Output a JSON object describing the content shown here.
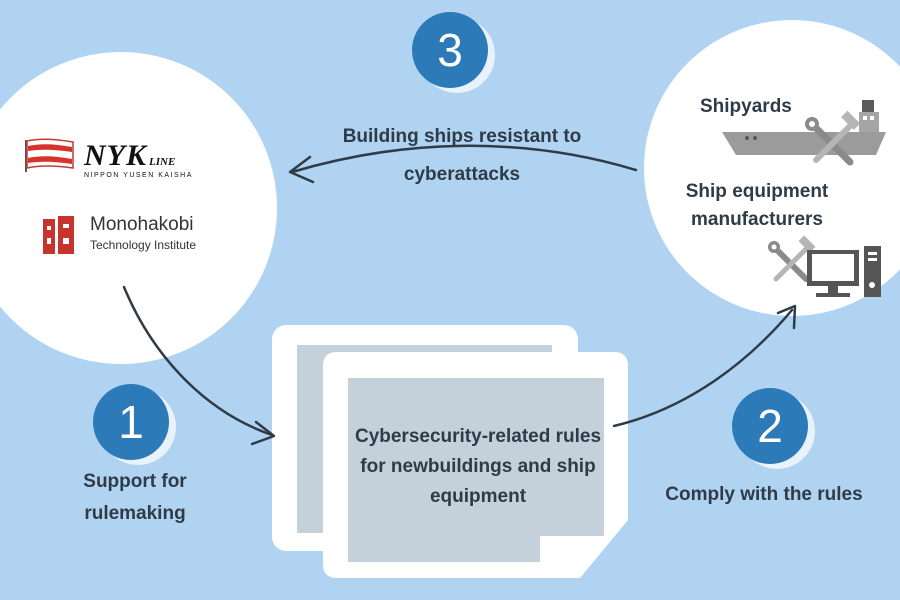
{
  "colors": {
    "background": "#b1d3f2",
    "circle_fill": "#ffffff",
    "number_badge": "#2d7ab8",
    "text": "#2f3c47",
    "arrow": "#2f3c47",
    "document_fill": "#c5d1da",
    "nyk_red": "#d7332c",
    "mti_red": "#c8342d",
    "icon_gray": "#999999"
  },
  "left_circle": {
    "logo_nyk": {
      "main": "NYK",
      "suffix": "LINE",
      "subline": "NIPPON YUSEN KAISHA"
    },
    "logo_mti": {
      "line1": "Monohakobi",
      "line2": "Technology Institute"
    }
  },
  "right_circle": {
    "shipyards_label": "Shipyards",
    "manufacturers_label": "Ship equipment manufacturers",
    "icons": [
      "ship-icon",
      "wrench-hammer-icon",
      "computer-icon"
    ]
  },
  "steps": [
    {
      "number": "1",
      "label": "Support for rulemaking"
    },
    {
      "number": "2",
      "label": "Comply with the rules"
    },
    {
      "number": "3",
      "label": "Building ships resistant to cyberattacks"
    }
  ],
  "document": {
    "text": "Cybersecurity-related rules for newbuildings and ship equipment"
  }
}
